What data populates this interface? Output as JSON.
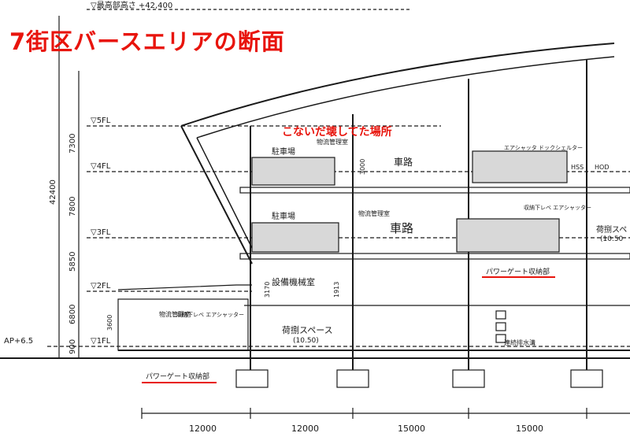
{
  "title": "7街区バースエリアの断面",
  "annotation_damage": "こないだ壊してた場所",
  "top_height_label": "▽最高部高さ +42,400",
  "floor_labels": [
    "▽5FL",
    "▽4FL",
    "▽3FL",
    "▽2FL",
    "▽1FL"
  ],
  "ap_label": "AP+6.5",
  "vertical_dims": [
    "7300",
    "7800",
    "5850",
    "6800",
    "900"
  ],
  "total_height_dim": "42400",
  "bottom_spans": [
    "12000",
    "12000",
    "15000",
    "15000"
  ],
  "room_labels": {
    "parking_4f": "駐車場",
    "road_4f": "車路",
    "parking_3f": "駐車場",
    "road_3f": "車路",
    "equipment": "設備機械室",
    "cargo_space": "荷捌スペース",
    "cargo_space_sub": "(10.50)",
    "cargo_space_right": "荷捌スペ",
    "cargo_space_right_sub": "(10.50",
    "logistics_mgmt_4f": "物流管理室",
    "logistics_mgmt_3f": "物流管理室",
    "logistics_mgmt_1f": "物流管理室",
    "dock_shelter": "エアシャッタ ドックシェルター",
    "air_shutter_3f": "収納下レベ エアシャッター",
    "air_shutter_1f": "収納下レベ エアシャッター",
    "hss": "HSS",
    "hod": "HOD",
    "drain": "連続排水溝",
    "height_3600": "3600",
    "height_3000": "3000",
    "height_3170": "3170",
    "height_1913": "1913"
  },
  "power_gate_label": "パワーゲート収納部",
  "colors": {
    "accent": "#e8140c",
    "line": "#1a1a1a"
  }
}
